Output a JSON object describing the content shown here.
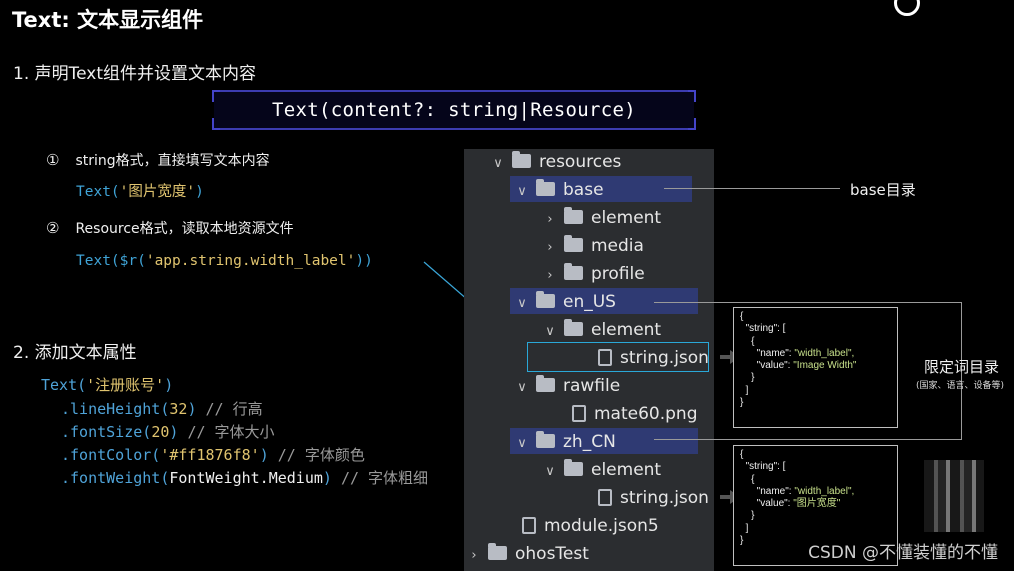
{
  "title": "Text: 文本显示组件",
  "section1": {
    "heading": "1. 声明Text组件并设置文本内容",
    "signature": "Text(content?: string|Resource)",
    "item1": {
      "marker": "①",
      "text": "string格式，直接填写文本内容",
      "code_prefix": "Text(",
      "code_str": "'图片宽度'",
      "code_suffix": ")"
    },
    "item2": {
      "marker": "②",
      "text": "Resource格式，读取本地资源文件",
      "code_prefix": "Text($r(",
      "code_str": "'app.string.width_label'",
      "code_suffix": "))"
    }
  },
  "section2": {
    "heading": "2. 添加文本属性",
    "lines": [
      {
        "prefix": "Text(",
        "value": "'注册账号'",
        "suffix": ")",
        "comment": ""
      },
      {
        "prefix": ".lineHeight(",
        "value": "32",
        "suffix": ")",
        "comment": "// 行高"
      },
      {
        "prefix": ".fontSize(",
        "value": "20",
        "suffix": ")",
        "comment": "// 字体大小"
      },
      {
        "prefix": ".fontColor(",
        "value": "'#ff1876f8'",
        "suffix": ")",
        "comment": "// 字体颜色"
      },
      {
        "prefix": ".fontWeight(",
        "value": "FontWeight.Medium",
        "suffix": ")",
        "comment": "// 字体粗细"
      }
    ]
  },
  "tree": {
    "items": [
      {
        "label": "resources",
        "type": "folder",
        "expanded": true
      },
      {
        "label": "base",
        "type": "folder",
        "expanded": true
      },
      {
        "label": "element",
        "type": "folder",
        "expanded": false
      },
      {
        "label": "media",
        "type": "folder",
        "expanded": false
      },
      {
        "label": "profile",
        "type": "folder",
        "expanded": false
      },
      {
        "label": "en_US",
        "type": "folder",
        "expanded": true
      },
      {
        "label": "element",
        "type": "folder",
        "expanded": true
      },
      {
        "label": "string.json",
        "type": "file"
      },
      {
        "label": "rawfile",
        "type": "folder",
        "expanded": true
      },
      {
        "label": "mate60.png",
        "type": "file"
      },
      {
        "label": "zh_CN",
        "type": "folder",
        "expanded": true
      },
      {
        "label": "element",
        "type": "folder",
        "expanded": true
      },
      {
        "label": "string.json",
        "type": "file"
      },
      {
        "label": "module.json5",
        "type": "file"
      },
      {
        "label": "ohosTest",
        "type": "folder",
        "expanded": false
      }
    ]
  },
  "annotations": {
    "base_label": "base目录",
    "qualifier_label": "限定词目录",
    "qualifier_sub": "(国家、语言、设备等)"
  },
  "json_en": {
    "open": "{",
    "string_key": "\"string\": [",
    "brace_open": "{",
    "name_key": "\"name\":",
    "name_val": "\"width_label\",",
    "value_key": "\"value\":",
    "value_val": "\"Image Width\"",
    "brace_close": "}",
    "bracket_close": "]",
    "close": "}"
  },
  "json_zh": {
    "open": "{",
    "string_key": "\"string\": [",
    "brace_open": "{",
    "name_key": "\"name\":",
    "name_val": "\"width_label\",",
    "value_key": "\"value\":",
    "value_val": "\"图片宽度\"",
    "brace_close": "}",
    "bracket_close": "]",
    "close": "}"
  },
  "watermark": "CSDN @不懂装懂的不懂",
  "colors": {
    "code_blue": "#3fa3d6",
    "code_string": "#e0c46f",
    "highlight": "#2f3a73",
    "accent_border": "#2aa8d8"
  }
}
